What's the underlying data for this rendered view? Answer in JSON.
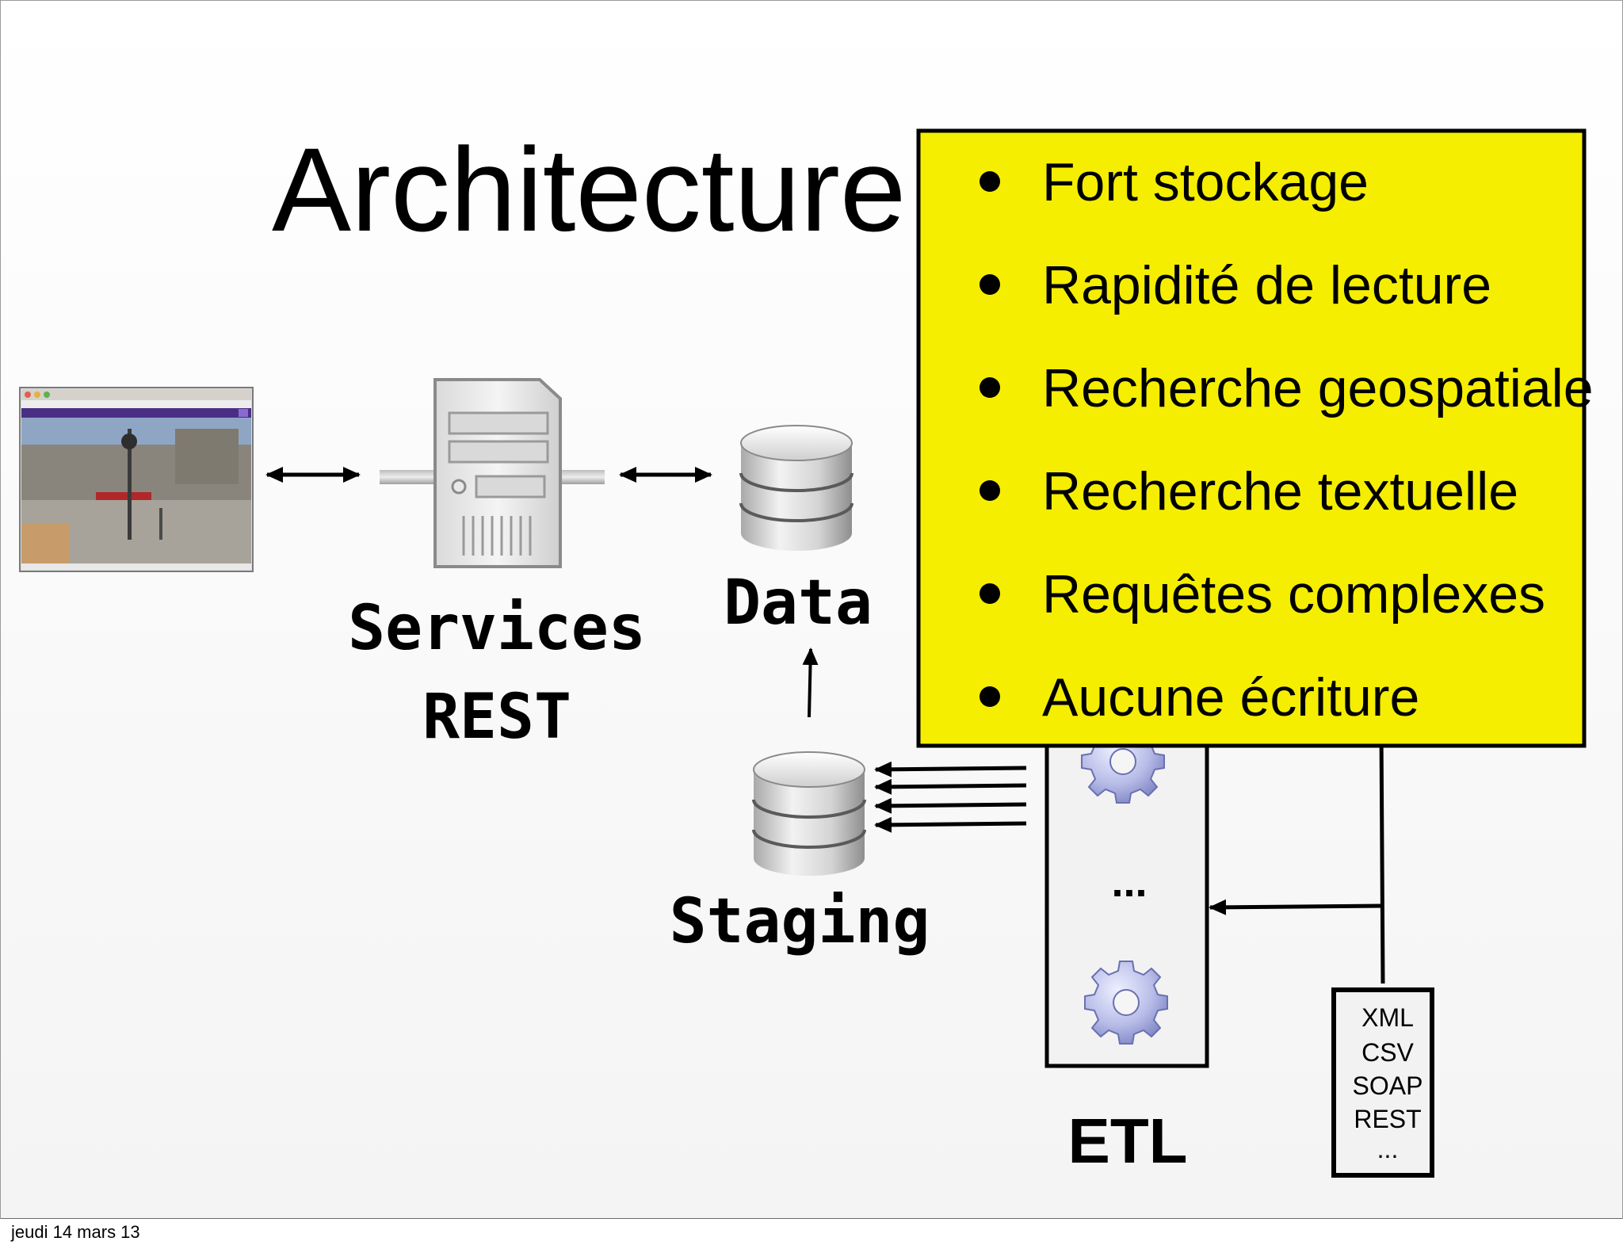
{
  "slide": {
    "title": "Architecture",
    "footer_date": "jeudi 14 mars 13"
  },
  "diagram": {
    "services_label_1": "Services",
    "services_label_2": "REST",
    "data_label": "Data",
    "staging_label": "Staging",
    "etl_label": "ETL",
    "etl_ellipsis": "...",
    "formats": [
      "XML",
      "CSV",
      "SOAP",
      "REST",
      "..."
    ]
  },
  "callout": {
    "background_color": "#f5ee00",
    "bullets": [
      "Fort stockage",
      "Rapidité de lecture",
      "Recherche geospatiale",
      "Recherche textuelle",
      "Requêtes complexes",
      "Aucune écriture"
    ]
  },
  "icons": {
    "browser": "web-browser-screenshot-icon",
    "server": "server-tower-icon",
    "database": "database-cylinder-icon",
    "gear": "gear-icon"
  }
}
